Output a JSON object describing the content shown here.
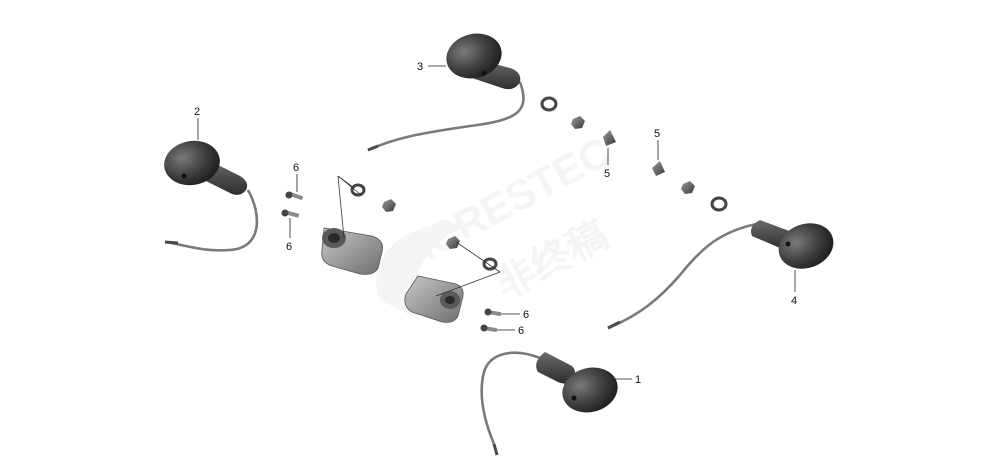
{
  "callouts": {
    "c1": "1",
    "c2": "2",
    "c3": "3",
    "c4": "4",
    "c5a": "5",
    "c5b": "5",
    "c6a": "6",
    "c6b": "6",
    "c6c": "6",
    "c6d": "6"
  },
  "watermark": {
    "text_latin": "ACRESTEC",
    "text_cjk": "非终稿"
  },
  "colors": {
    "part_dark": "#3a3a3a",
    "part_mid": "#6b6b6b",
    "part_light": "#a8a8a8",
    "wire": "#7a7a7a",
    "watermark": "#eeeeee"
  }
}
